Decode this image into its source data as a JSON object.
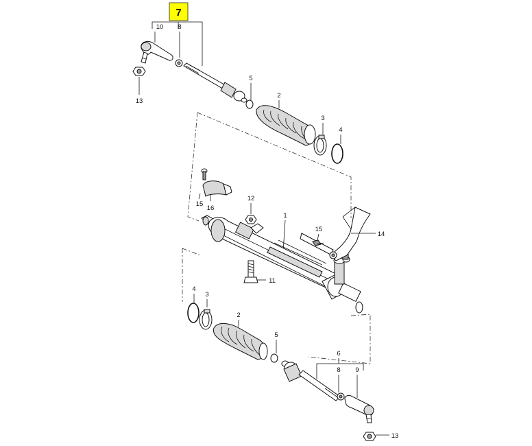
{
  "diagram": {
    "highlight_color": "#ffff00",
    "labels": {
      "top_group": "7",
      "top_tierod_end": "10",
      "top_nut_small": "8",
      "top_locknut": "13",
      "top_ring_5": "5",
      "top_boot": "2",
      "top_clamp": "3",
      "top_ring_4": "4",
      "bracket_bolt": "15",
      "bracket": "16",
      "nut_12": "12",
      "rack_housing": "1",
      "bolt_15": "15",
      "bracket_14": "14",
      "bolt_11": "11",
      "bottom_ring_4": "4",
      "bottom_clamp": "3",
      "bottom_boot": "2",
      "bottom_ring_5": "5",
      "bottom_group": "6",
      "bottom_nut_small": "8",
      "bottom_tierod_end": "9",
      "bottom_locknut": "13"
    }
  }
}
